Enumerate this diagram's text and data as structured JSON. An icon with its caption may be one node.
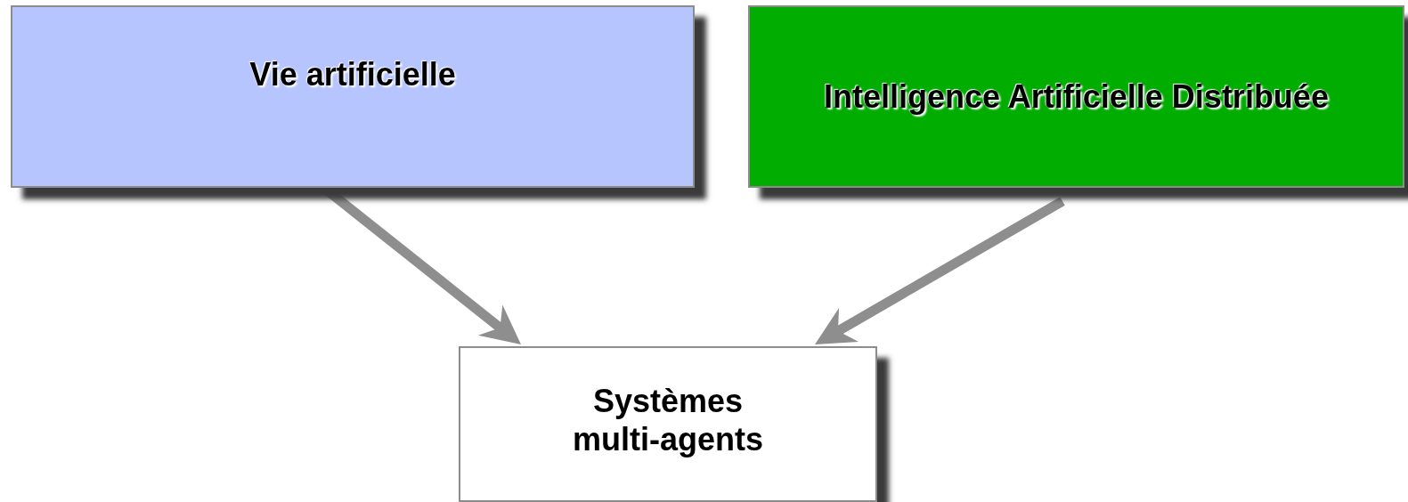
{
  "diagram": {
    "nodes": [
      {
        "text": [
          "Vie artificielle"
        ]
      },
      {
        "text": [
          "Intelligence Artificielle Distribuée"
        ]
      },
      {
        "text": [
          "Systèmes multi-agents"
        ]
      }
    ],
    "edges": [
      {
        "from": 0,
        "to": 2,
        "arrow": "to"
      },
      {
        "from": 1,
        "to": 2,
        "arrow": "to"
      }
    ]
  }
}
